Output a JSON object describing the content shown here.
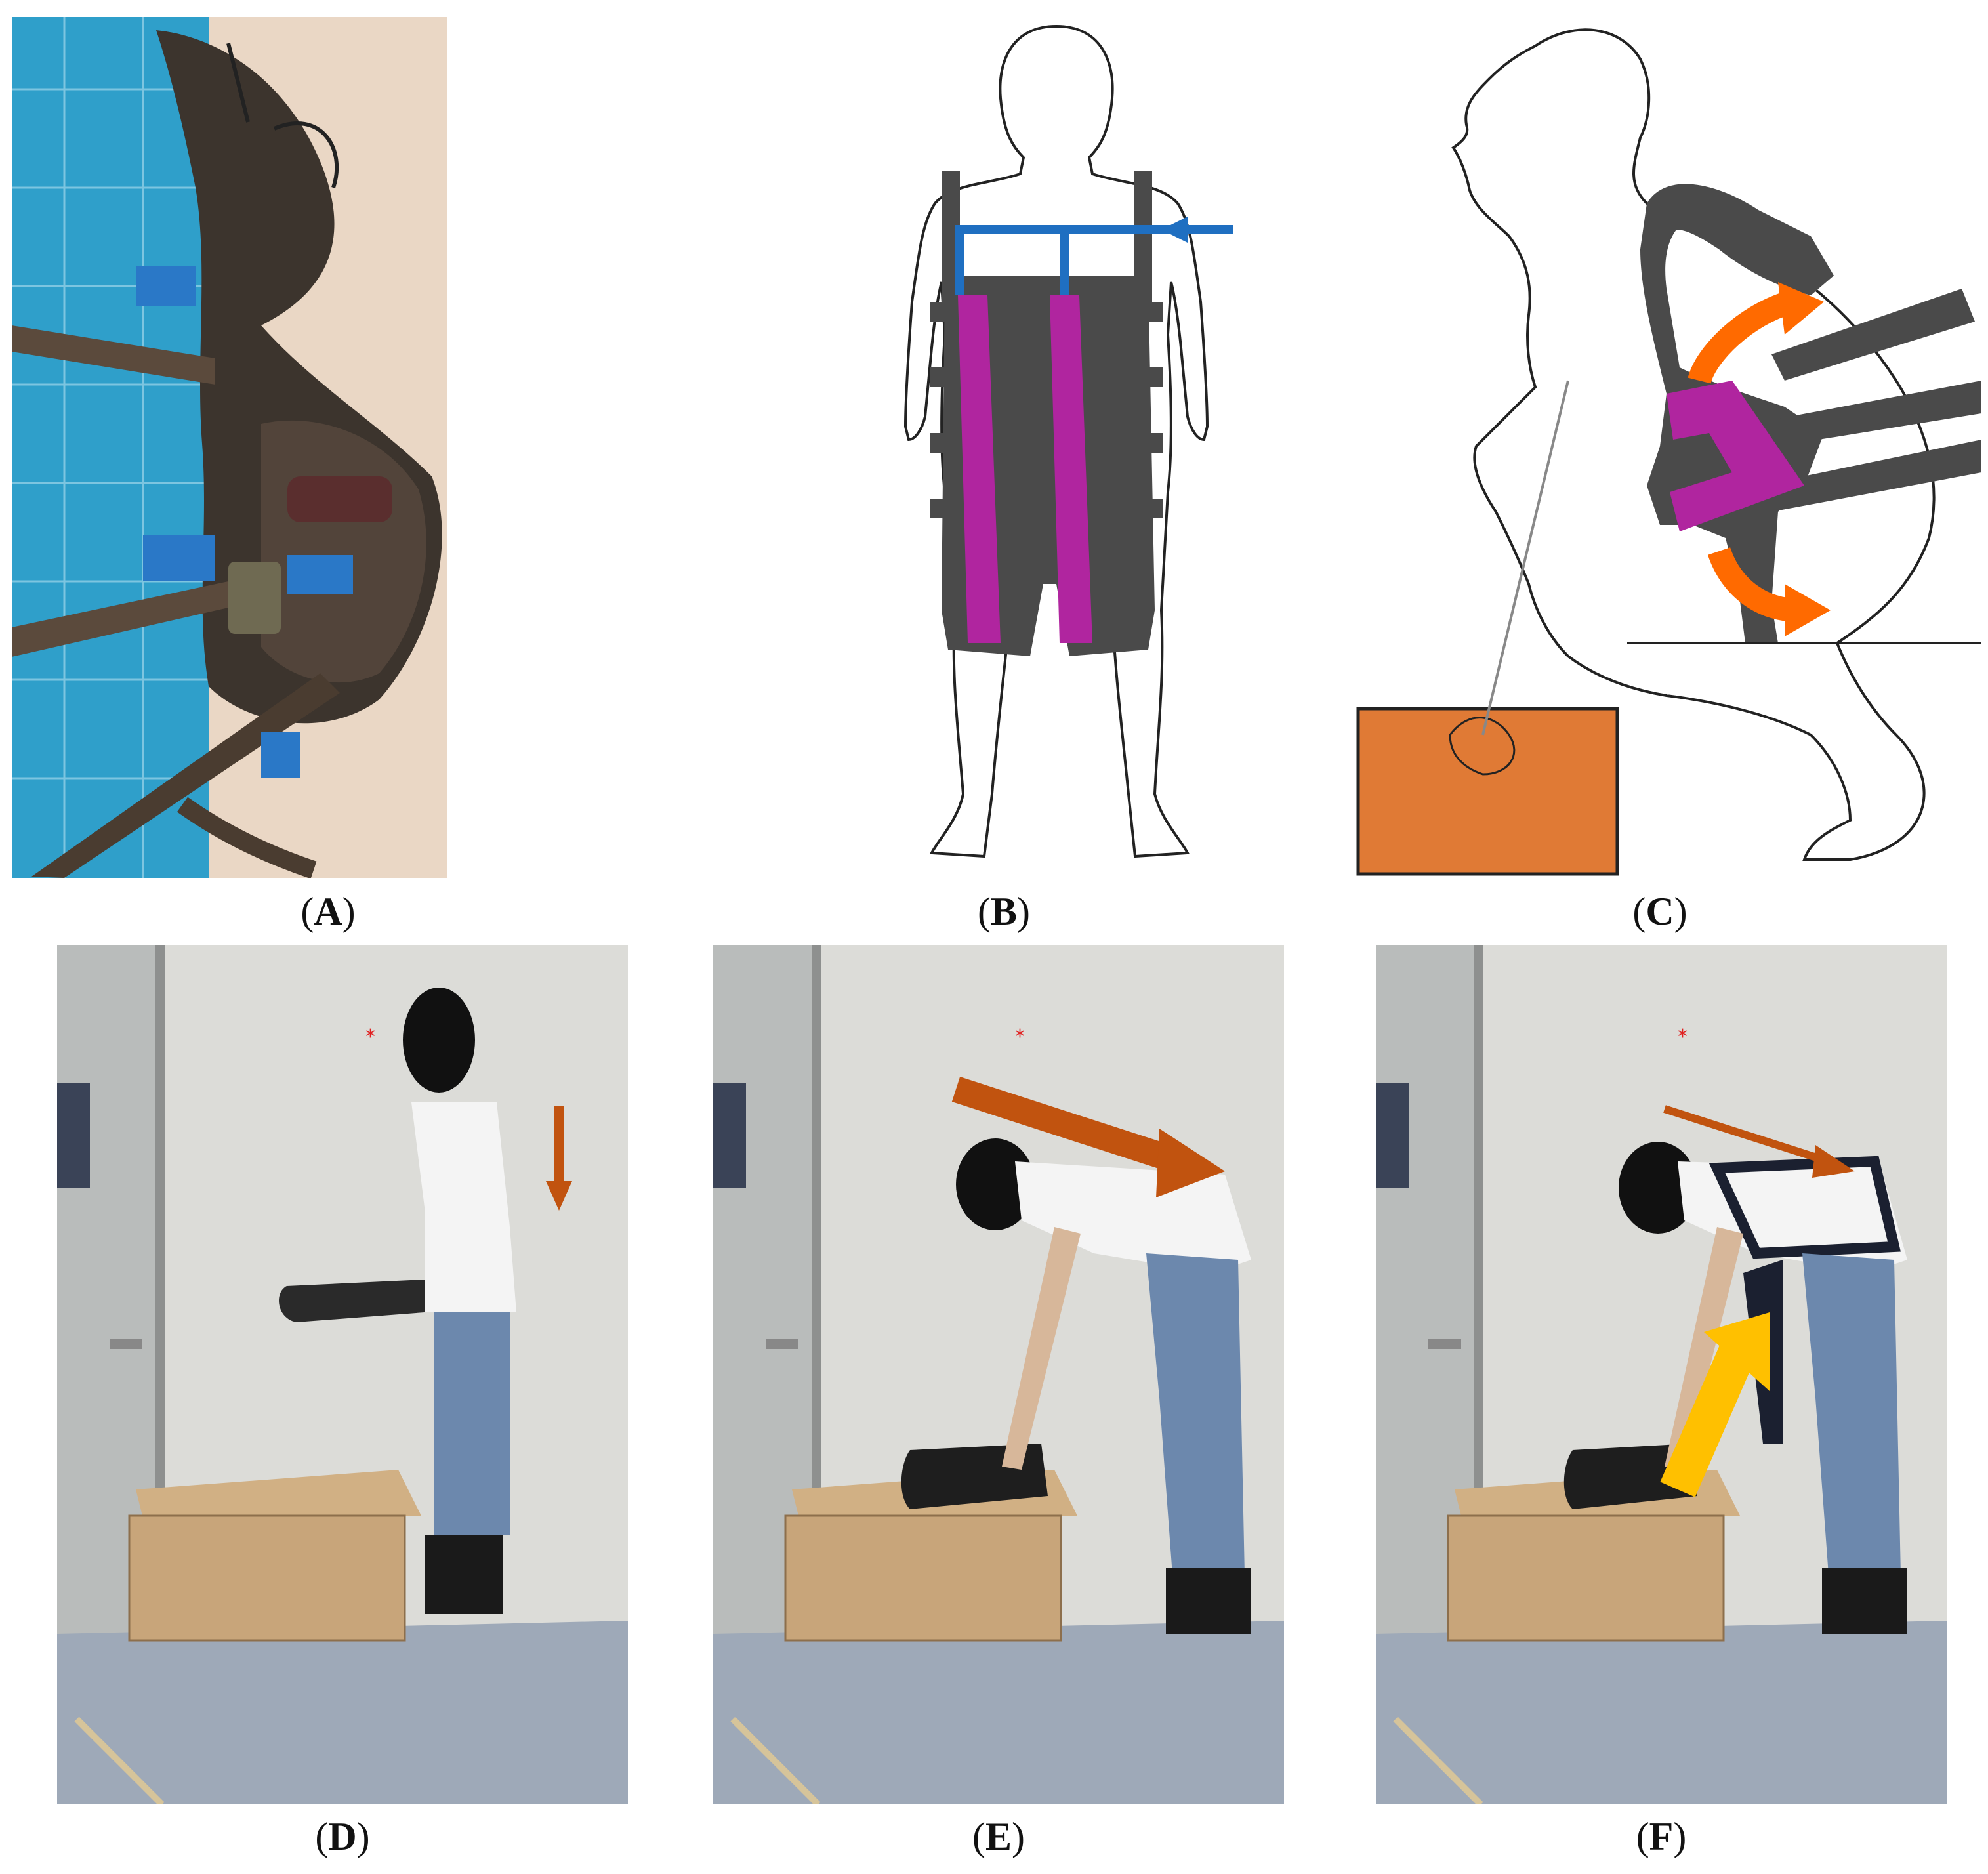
{
  "figure": {
    "panels": [
      {
        "id": "A",
        "caption_open": "(",
        "caption_letter": "A",
        "caption_close": ")",
        "kind": "photo-exoskeleton-on-mat"
      },
      {
        "id": "B",
        "caption_open": "(",
        "caption_letter": "B",
        "caption_close": ")",
        "kind": "diagram-front-view"
      },
      {
        "id": "C",
        "caption_open": "(",
        "caption_letter": "C",
        "caption_close": ")",
        "kind": "diagram-side-squat"
      },
      {
        "id": "D",
        "caption_open": "(",
        "caption_letter": "D",
        "caption_close": ")",
        "kind": "photo-standing-hold"
      },
      {
        "id": "E",
        "caption_open": "(",
        "caption_letter": "E",
        "caption_close": ")",
        "kind": "photo-bent-no-exo"
      },
      {
        "id": "F",
        "caption_open": "(",
        "caption_letter": "F",
        "caption_close": ")",
        "kind": "photo-bent-with-exo"
      }
    ]
  },
  "colors": {
    "mat_blue": "#2f9fca",
    "strap_gray": "#4a4a4a",
    "elastic_magenta": "#b0259f",
    "cable_blue": "#1f6fc1",
    "box_orange": "#e07a35",
    "arrow_orange": "#ff6a00",
    "arrow_brown": "#c1530f",
    "arrow_yellow": "#ffc000",
    "wall_gray": "#dcdcd8",
    "floor_blue": "#9ea9b8",
    "wood": "#c8a57a"
  }
}
